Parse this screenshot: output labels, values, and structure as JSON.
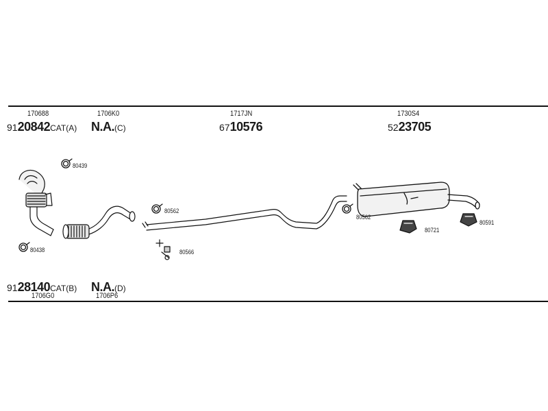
{
  "top_groups": [
    {
      "ref": "170688",
      "prefix": "91",
      "number": "20842",
      "suffix": "CAT(A)"
    },
    {
      "ref": "1706K0",
      "prefix": "",
      "number": "N.A.",
      "suffix": "(C)"
    },
    {
      "ref": "1717JN",
      "prefix": "67",
      "number": "10576",
      "suffix": ""
    },
    {
      "ref": "1730S4",
      "prefix": "52",
      "number": "23705",
      "suffix": ""
    }
  ],
  "bottom_groups": [
    {
      "ref": "1706G0",
      "prefix": "91",
      "number": "28140",
      "suffix": "CAT(B)"
    },
    {
      "ref": "1706P6",
      "prefix": "",
      "number": "N.A.",
      "suffix": "(D)"
    }
  ],
  "part_numbers": {
    "clamp_1": "80439",
    "clamp_2": "80438",
    "clamp_3": "80562",
    "bolt_kit": "80566",
    "clamp_4": "80562",
    "hanger_1": "80721",
    "hanger_2": "80591"
  },
  "colors": {
    "line": "#111111",
    "part_fill": "#f2f2f2",
    "part_shade": "#bdbdbd"
  }
}
